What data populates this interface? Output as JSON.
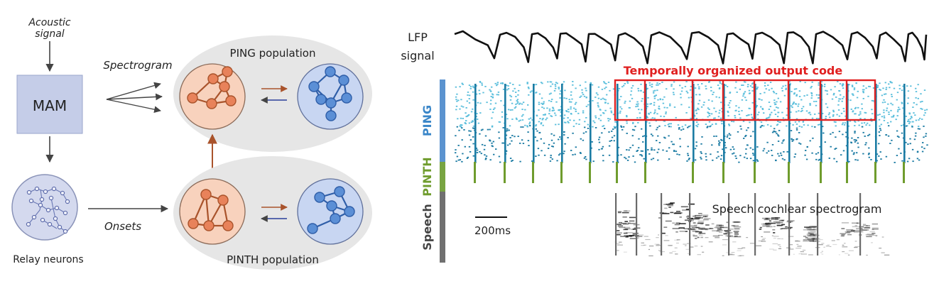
{
  "left_panel": {
    "acoustic_signal": [
      "Acoustic",
      "signal"
    ],
    "mam_label": "MAM",
    "spectrogram_label": "Spectrogram",
    "onsets_label": "Onsets",
    "relay_label": "Relay neurons",
    "ping_population_label": "PING population",
    "pinth_population_label": "PINTH population"
  },
  "right_panel": {
    "lfp_label": [
      "LFP",
      "signal"
    ],
    "row_labels": {
      "ping": "PING",
      "pinth": "PINTH",
      "speech": "Speech"
    },
    "output_code_label": "Temporally organized output code",
    "spectrogram_label": "Speech cochlear spectrogram",
    "scale_bar_label": "200ms"
  },
  "colors": {
    "mam_fill": "#c5cde8",
    "relay_fill": "#d4d9ee",
    "population_bg": "#e6e6e6",
    "ping_node": "#e8825a",
    "ping_circle": "#f8d2bd",
    "blue_node": "#5b8fd6",
    "blue_circle": "#c8d6f2",
    "ping_spikes_light": "#5bbfdc",
    "ping_spikes_dark": "#1b7ba3",
    "pinth_spikes": "#6f9c2d",
    "ping_bar": "#5b93cf",
    "pinth_bar": "#78a442",
    "speech_bar": "#707070",
    "output_box": "#e02020"
  }
}
